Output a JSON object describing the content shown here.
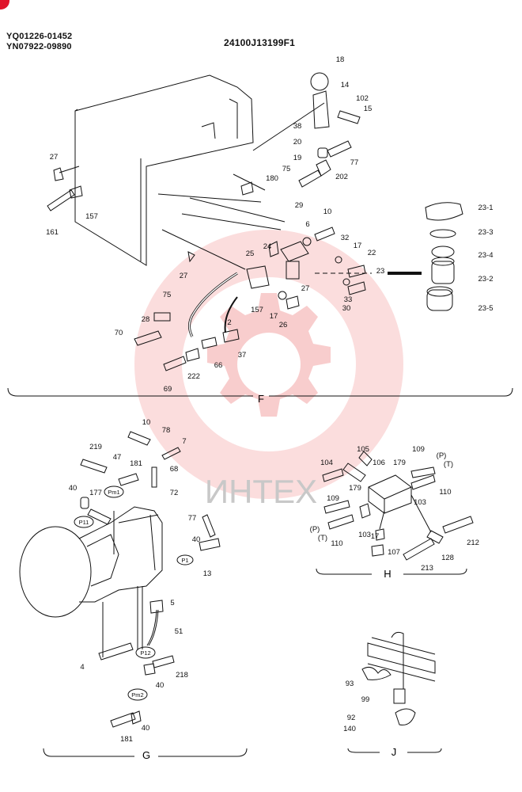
{
  "header": {
    "serial_line_1": "YQ01226-01452",
    "serial_line_2": "YN07922-09890",
    "drawing_number": "24100J13199F1"
  },
  "watermark": {
    "text": "ИНТЕХ"
  },
  "sections": {
    "F": {
      "label": "F"
    },
    "G": {
      "label": "G"
    },
    "H": {
      "label": "H"
    },
    "J": {
      "label": "J"
    }
  },
  "callouts": {
    "F": [
      "18",
      "14",
      "102",
      "15",
      "38",
      "20",
      "19",
      "77",
      "202",
      "75",
      "180",
      "27",
      "157",
      "161",
      "29",
      "10",
      "6",
      "32",
      "17",
      "22",
      "23-1",
      "23-3",
      "23-4",
      "23",
      "23-2",
      "23-5",
      "24",
      "25",
      "27",
      "33",
      "30",
      "26",
      "75",
      "28",
      "70",
      "2",
      "157",
      "17",
      "37",
      "66",
      "222",
      "69",
      "27"
    ],
    "G": [
      "10",
      "78",
      "7",
      "219",
      "47",
      "181",
      "68",
      "40",
      "177",
      "Pm1",
      "72",
      "P11",
      "77",
      "40",
      "P1",
      "13",
      "5",
      "51",
      "4",
      "P12",
      "218",
      "40",
      "Pm2",
      "181",
      "40"
    ],
    "H": [
      "104",
      "105",
      "106",
      "109",
      "(P)",
      "(T)",
      "179",
      "110",
      "103",
      "179",
      "109",
      "(P)",
      "(T)",
      "110",
      "103",
      "17",
      "107",
      "128",
      "212",
      "213"
    ],
    "J": [
      "93",
      "99",
      "92",
      "140"
    ]
  },
  "colors": {
    "ink": "#111111",
    "watermark": "#f4a6a6",
    "badge": "#e0142a"
  }
}
